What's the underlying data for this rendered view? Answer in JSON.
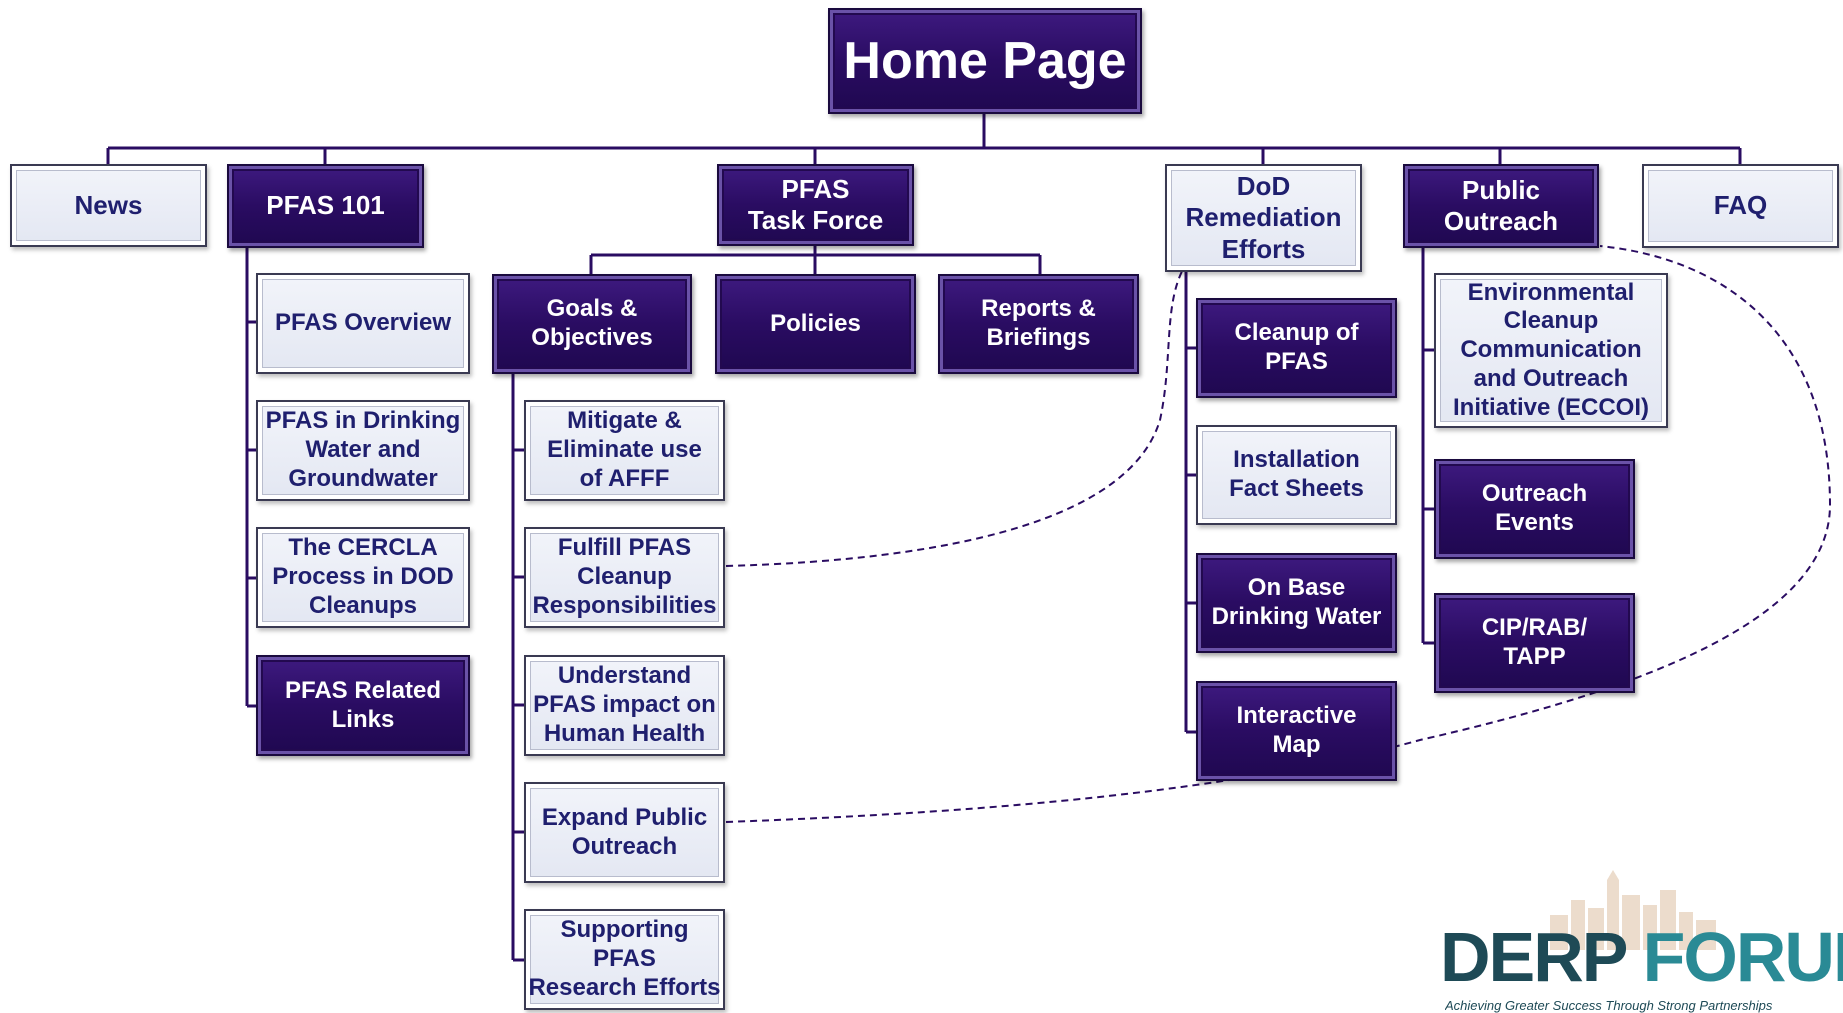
{
  "diagram": {
    "root": {
      "label": "Home Page"
    },
    "level1": {
      "news": "News",
      "pfas101": "PFAS 101",
      "taskforce": "PFAS\nTask Force",
      "dod": "DoD\nRemediation\nEfforts",
      "outreach": "Public\nOutreach",
      "faq": "FAQ"
    },
    "pfas101_children": {
      "overview": "PFAS Overview",
      "drinking": "PFAS in Drinking\nWater and\nGroundwater",
      "cercla": "The CERCLA\nProcess in DOD\nCleanups",
      "links": "PFAS Related\nLinks"
    },
    "taskforce_children": {
      "goals": "Goals &\nObjectives",
      "policies": "Policies",
      "reports": "Reports &\nBriefings"
    },
    "goals_children": {
      "mitigate": "Mitigate &\nEliminate use\nof AFFF",
      "fulfill": "Fulfill PFAS\nCleanup\nResponsibilities",
      "understand": "Understand\nPFAS impact on\nHuman Health",
      "expand": "Expand Public\nOutreach",
      "research": "Supporting PFAS\nResearch Efforts"
    },
    "dod_children": {
      "cleanup": "Cleanup of\nPFAS",
      "factsheets": "Installation\nFact Sheets",
      "onbase": "On Base\nDrinking Water",
      "map": "Interactive\nMap"
    },
    "outreach_children": {
      "eccoi": "Environmental\nCleanup\nCommunication\nand Outreach\nInitiative (ECCOI)",
      "events": "Outreach\nEvents",
      "cip": "CIP/RAB/\nTAPP"
    }
  },
  "logo": {
    "name_part1": "DERP",
    "name_part2": "FORUM",
    "tagline": "Achieving Greater Success Through Strong Partnerships"
  },
  "colors": {
    "dark_fill": "#2a0c62",
    "light_fill": "#e3e7f2",
    "light_text": "#1f1f6e",
    "connector": "#2a0c62"
  }
}
